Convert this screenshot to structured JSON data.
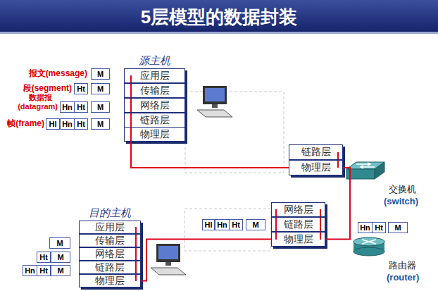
{
  "diagram": {
    "title": "5层模型的数据封装",
    "nodes": [
      {
        "text": [
          "源主机"
        ]
      },
      {
        "text": [
          "应用层"
        ],
        "in": 0
      },
      {
        "text": [
          "传输层"
        ],
        "in": 0
      },
      {
        "text": [
          "网络层"
        ],
        "in": 0
      },
      {
        "text": [
          "链路层"
        ],
        "in": 0
      },
      {
        "text": [
          "物理层"
        ],
        "in": 0
      },
      {
        "text": [
          "M"
        ]
      },
      {
        "text": [
          "Ht"
        ]
      },
      {
        "text": [
          "M"
        ]
      },
      {
        "text": [
          "Hn"
        ]
      },
      {
        "text": [
          "Ht"
        ]
      },
      {
        "text": [
          "M"
        ]
      },
      {
        "text": [
          "Hl"
        ]
      },
      {
        "text": [
          "Hn"
        ]
      },
      {
        "text": [
          "Ht"
        ]
      },
      {
        "text": [
          "M"
        ]
      },
      {
        "text": [
          "链路层"
        ]
      },
      {
        "text": [
          "物理层"
        ]
      },
      {
        "text": [
          "网络层"
        ]
      },
      {
        "text": [
          "链路层"
        ]
      },
      {
        "text": [
          "物理层"
        ]
      },
      {
        "text": [
          "Hl"
        ]
      },
      {
        "text": [
          "Hn"
        ]
      },
      {
        "text": [
          "Ht"
        ]
      },
      {
        "text": [
          "M"
        ]
      },
      {
        "text": [
          "Hn"
        ]
      },
      {
        "text": [
          "Ht"
        ]
      },
      {
        "text": [
          "M"
        ]
      },
      {
        "text": [
          "目的主机"
        ]
      },
      {
        "text": [
          "应用层"
        ],
        "in": 28
      },
      {
        "text": [
          "传输层"
        ],
        "in": 28
      },
      {
        "text": [
          "网络层"
        ],
        "in": 28
      },
      {
        "text": [
          "链路层"
        ],
        "in": 28
      },
      {
        "text": [
          "物理层"
        ],
        "in": 28
      },
      {
        "text": [
          "M"
        ]
      },
      {
        "text": [
          "Ht"
        ]
      },
      {
        "text": [
          "M"
        ]
      },
      {
        "text": [
          "Hn"
        ]
      },
      {
        "text": [
          "Ht"
        ]
      },
      {
        "text": [
          "M"
        ]
      }
    ],
    "edges": [
      {
        "from": 5,
        "to": 17,
        "arrow": "none"
      },
      {
        "from": 17,
        "to": 20,
        "arrow": "none"
      },
      {
        "from": 20,
        "to": 33,
        "arrow": "none"
      }
    ],
    "labels": [
      "报文(message)",
      "段(segment)",
      "数据报",
      "(datagram)",
      "帧(frame)",
      "交换机",
      "(switch)",
      "路由器",
      "(router)"
    ]
  }
}
